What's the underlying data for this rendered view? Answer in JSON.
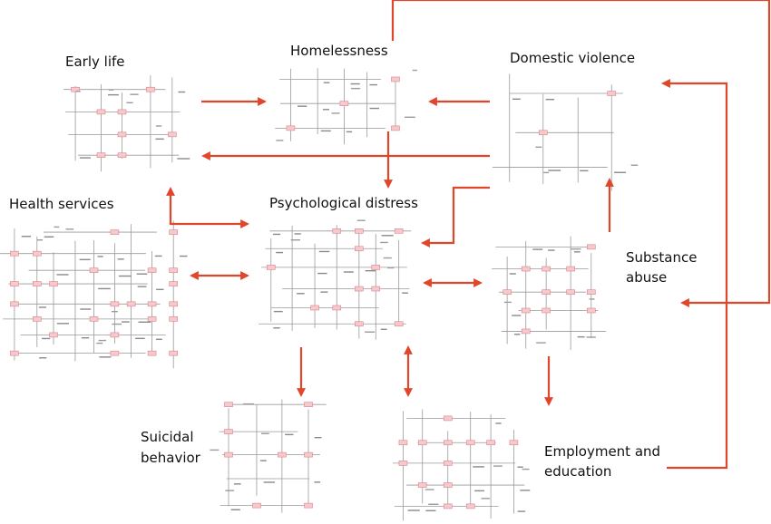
{
  "colors": {
    "arrow": "#e0472a",
    "background": "#ffffff",
    "network_line": "#9a9a9a",
    "network_node_fill": "#f7c9cd",
    "network_node_stroke": "#d9838b",
    "label_text": "#111111"
  },
  "modules": {
    "early_life": {
      "label": "Early life"
    },
    "homelessness": {
      "label": "Homelessness"
    },
    "domestic_violence": {
      "label": "Domestic violence"
    },
    "health_services": {
      "label": "Health services"
    },
    "psychological_distress": {
      "label": "Psychological distress"
    },
    "substance_abuse": {
      "label_line1": "Substance",
      "label_line2": "abuse"
    },
    "suicidal_behavior": {
      "label_line1": "Suicidal",
      "label_line2": "behavior"
    },
    "employment_education": {
      "label_line1": "Employment and",
      "label_line2": "education"
    }
  }
}
